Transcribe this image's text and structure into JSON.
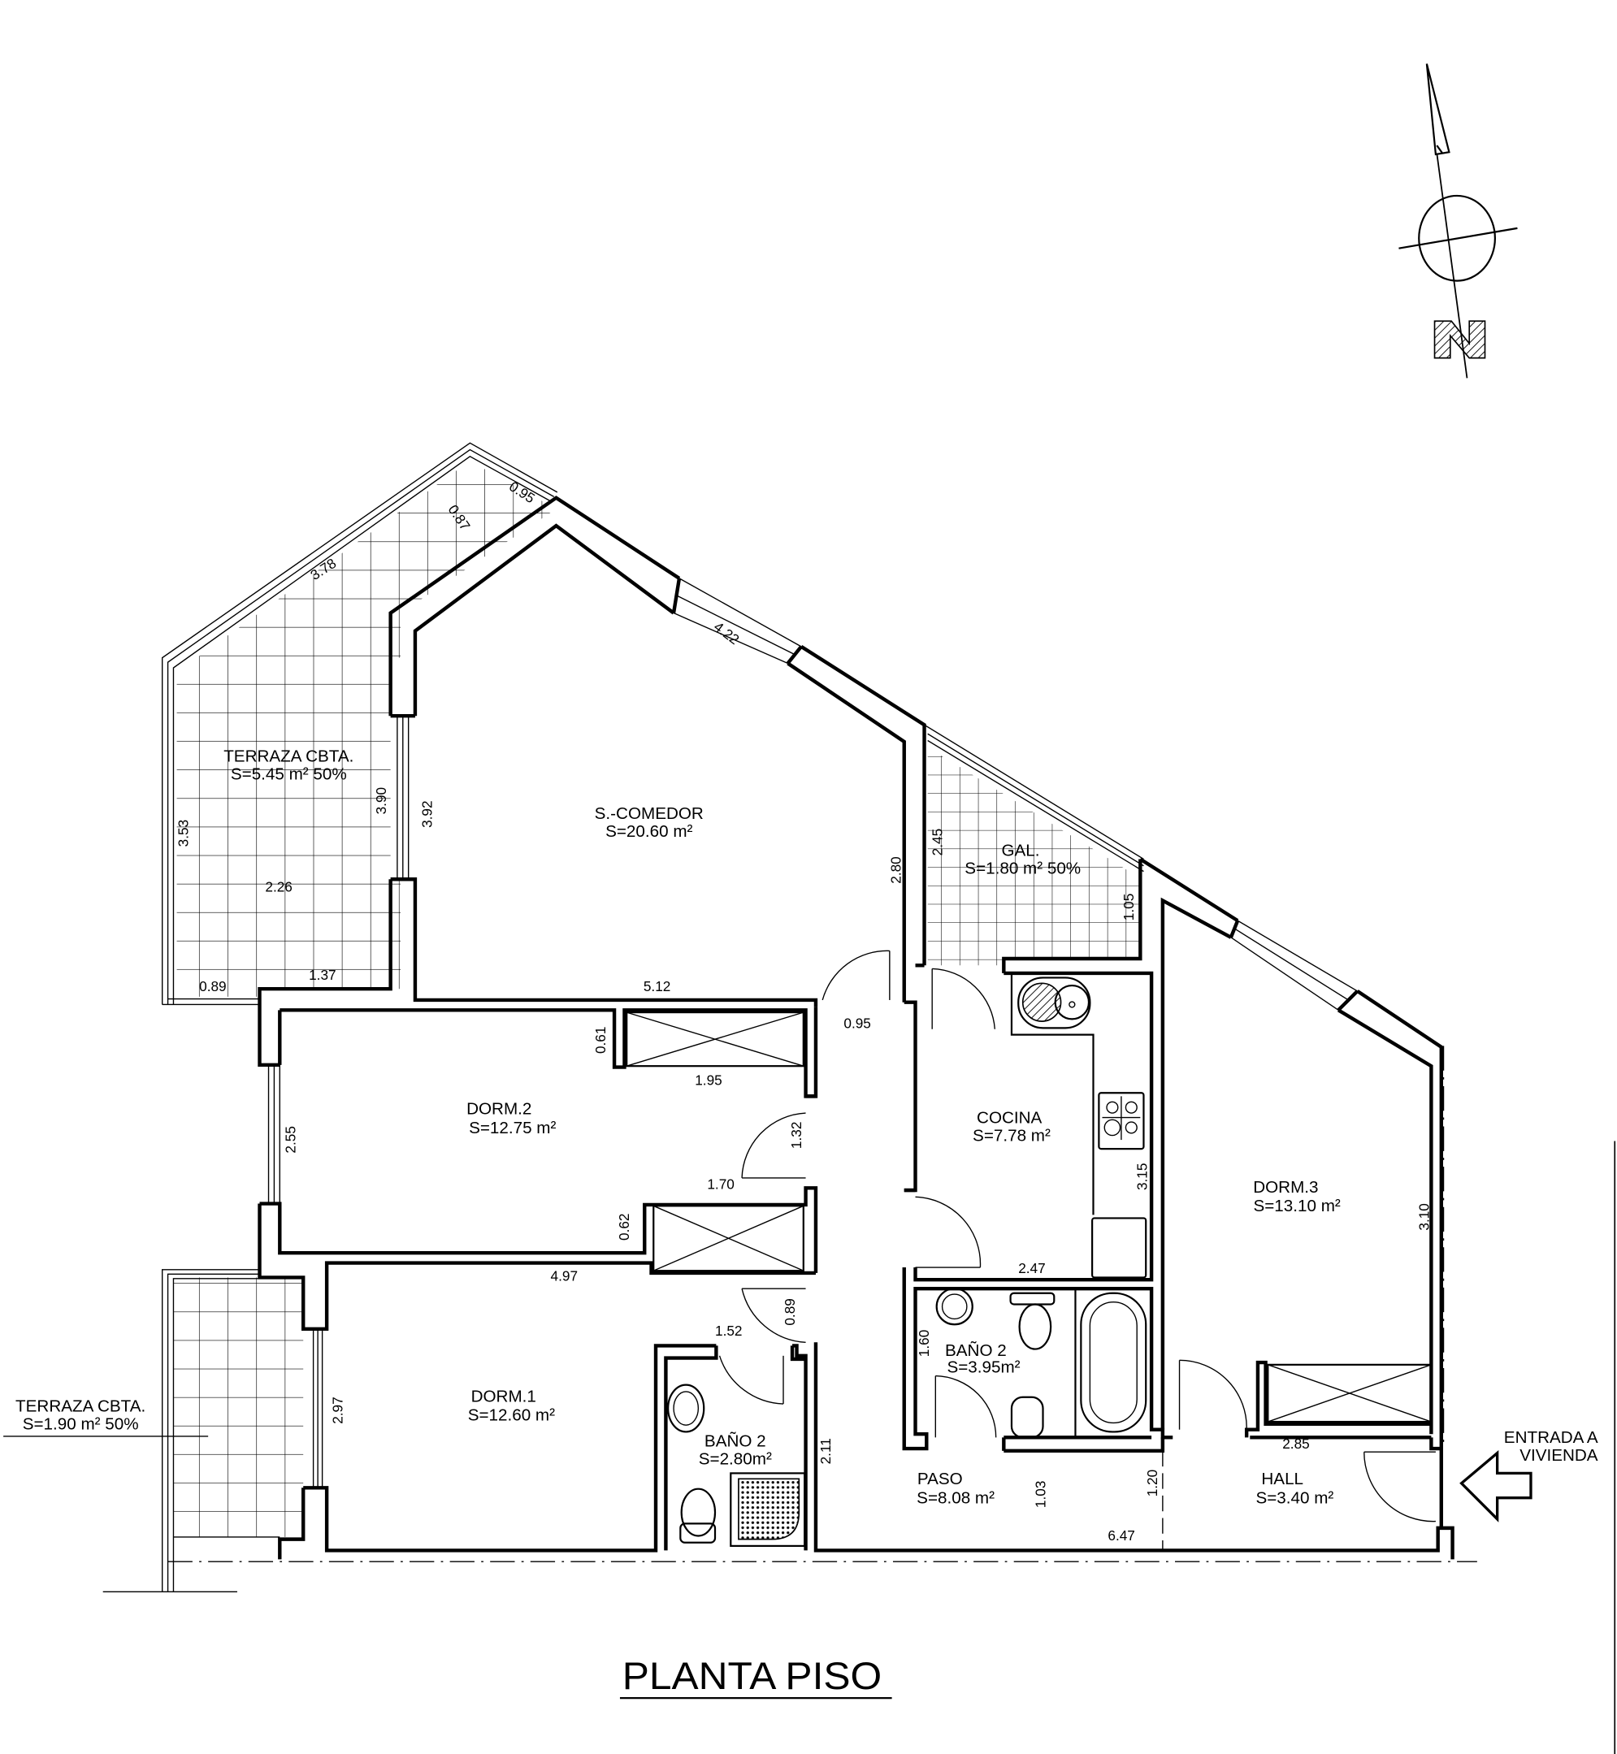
{
  "plan": {
    "title": "PLANTA PISO",
    "north_label": "N",
    "entrance_label_line1": "ENTRADA A",
    "entrance_label_line2": "VIVIENDA"
  },
  "rooms": {
    "terraza_1": {
      "name": "TERRAZA CBTA.",
      "area": "S=5.45 m² 50%"
    },
    "salon": {
      "name": "S.-COMEDOR",
      "area": "S=20.60 m²"
    },
    "galeria": {
      "name": "GAL.",
      "area": "S=1.80 m² 50%"
    },
    "dorm2": {
      "name": "DORM.2",
      "area": "S=12.75 m²"
    },
    "cocina": {
      "name": "COCINA",
      "area": "S=7.78 m²"
    },
    "dorm3": {
      "name": "DORM.3",
      "area": "S=13.10 m²"
    },
    "dorm1": {
      "name": "DORM.1",
      "area": "S=12.60 m²"
    },
    "bano_a": {
      "name": "BAÑO 2",
      "area": "S=2.80m²"
    },
    "bano_b": {
      "name": "BAÑO 2",
      "area": "S=3.95m²"
    },
    "paso": {
      "name": "PASO",
      "area": "S=8.08 m²"
    },
    "hall": {
      "name": "HALL",
      "area": "S=3.40 m²"
    },
    "terraza_2": {
      "name": "TERRAZA CBTA.",
      "area": "S=1.90 m² 50%"
    }
  },
  "dimensions": {
    "d095": "0.95",
    "d087": "0.87",
    "d378": "3.78",
    "d422": "4.22",
    "d353": "3.53",
    "d390": "3.90",
    "d392": "3.92",
    "d226": "2.26",
    "d089": "0.89",
    "d137": "1.37",
    "d280": "2.80",
    "d245": "2.45",
    "d105": "1.05",
    "d512": "5.12",
    "d095b": "0.95",
    "d061": "0.61",
    "d195": "1.95",
    "d255": "2.55",
    "d132": "1.32",
    "d170": "1.70",
    "d062": "0.62",
    "d497": "4.97",
    "d089b": "0.89",
    "d152": "1.52",
    "d297": "2.97",
    "d211": "2.11",
    "d315": "3.15",
    "d310": "3.10",
    "d247": "2.47",
    "d160": "1.60",
    "d285": "2.85",
    "d103": "1.03",
    "d120": "1.20",
    "d647": "6.47"
  }
}
